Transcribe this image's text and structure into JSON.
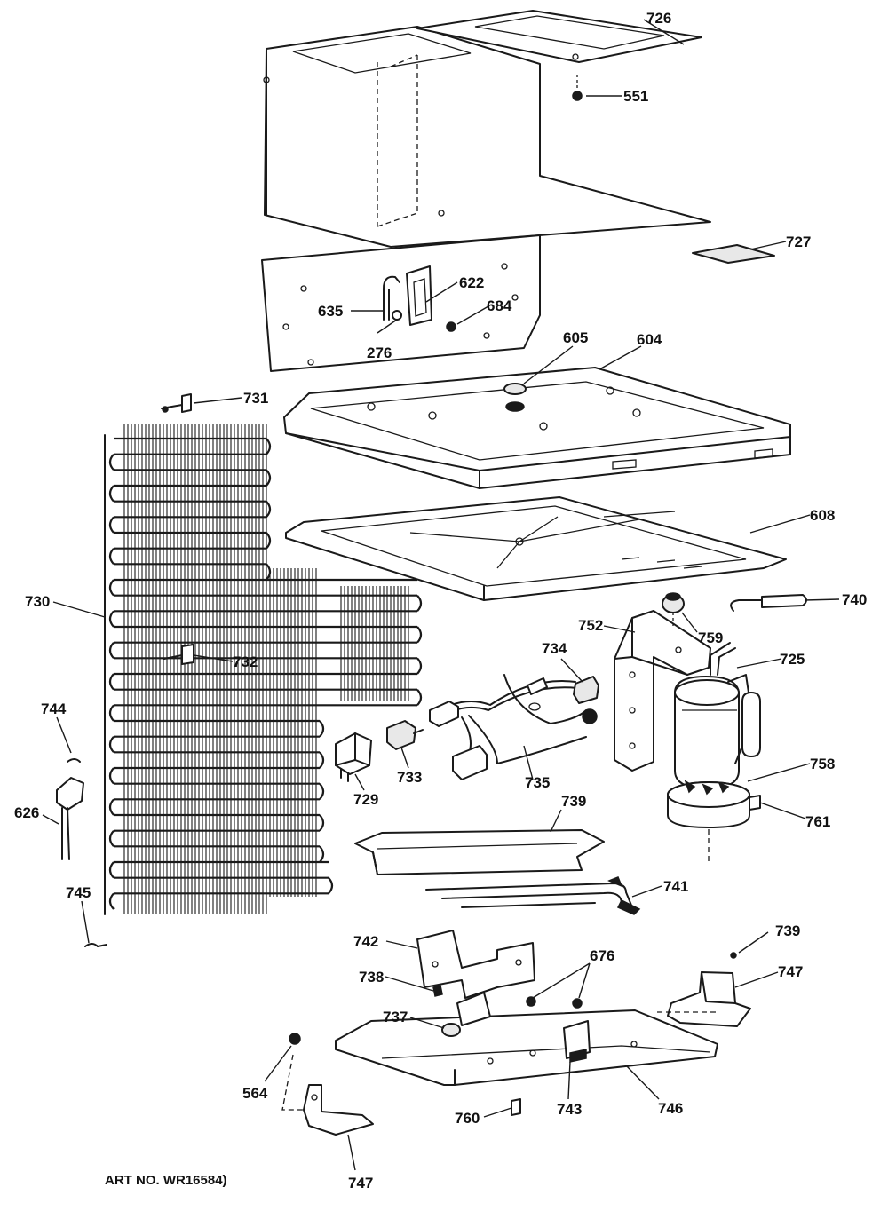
{
  "diagram": {
    "art_number": "ART NO. WR16584)",
    "part_labels": [
      {
        "id": "726",
        "text": "726"
      },
      {
        "id": "551",
        "text": "551"
      },
      {
        "id": "727",
        "text": "727"
      },
      {
        "id": "622",
        "text": "622"
      },
      {
        "id": "684",
        "text": "684"
      },
      {
        "id": "635",
        "text": "635"
      },
      {
        "id": "276",
        "text": "276"
      },
      {
        "id": "605",
        "text": "605"
      },
      {
        "id": "604",
        "text": "604"
      },
      {
        "id": "731",
        "text": "731"
      },
      {
        "id": "608",
        "text": "608"
      },
      {
        "id": "730",
        "text": "730"
      },
      {
        "id": "740",
        "text": "740"
      },
      {
        "id": "752",
        "text": "752"
      },
      {
        "id": "759",
        "text": "759"
      },
      {
        "id": "734",
        "text": "734"
      },
      {
        "id": "725",
        "text": "725"
      },
      {
        "id": "732",
        "text": "732"
      },
      {
        "id": "744",
        "text": "744"
      },
      {
        "id": "758",
        "text": "758"
      },
      {
        "id": "729",
        "text": "729"
      },
      {
        "id": "733",
        "text": "733"
      },
      {
        "id": "735",
        "text": "735"
      },
      {
        "id": "761",
        "text": "761"
      },
      {
        "id": "626",
        "text": "626"
      },
      {
        "id": "739a",
        "text": "739"
      },
      {
        "id": "741",
        "text": "741"
      },
      {
        "id": "745",
        "text": "745"
      },
      {
        "id": "742",
        "text": "742"
      },
      {
        "id": "676",
        "text": "676"
      },
      {
        "id": "739b",
        "text": "739"
      },
      {
        "id": "747a",
        "text": "747"
      },
      {
        "id": "738",
        "text": "738"
      },
      {
        "id": "737",
        "text": "737"
      },
      {
        "id": "564",
        "text": "564"
      },
      {
        "id": "743",
        "text": "743"
      },
      {
        "id": "746",
        "text": "746"
      },
      {
        "id": "760",
        "text": "760"
      },
      {
        "id": "747b",
        "text": "747"
      }
    ]
  }
}
